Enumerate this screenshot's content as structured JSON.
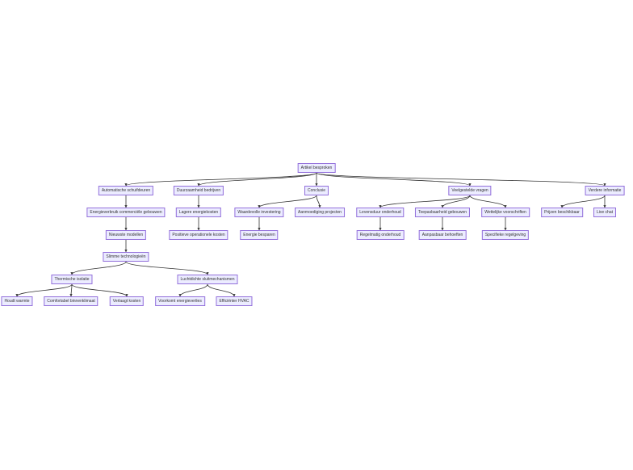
{
  "diagram": {
    "type": "flowchart-tree",
    "colors": {
      "node_fill": "#ececff",
      "node_border": "#9370db",
      "edge": "#333333",
      "text": "#333333"
    },
    "nodes": {
      "root": "Artikel besproken",
      "a": "Automatische schuifdeuren",
      "b": "Duurzaamheid bedrijven",
      "c": "Conclusie",
      "d": "Veelgestelde vragen",
      "e": "Verdere informatie",
      "a1": "Energieverbruik commerciële gebouwen",
      "a2": "Nieuwste modellen",
      "a3": "Slimme technologieën",
      "t1": "Thermische isolatie",
      "t2": "Luchtdichte sluitmechanismen",
      "t1a": "Houdt warmte",
      "t1b": "Comfortabel binnenklimaat",
      "t1c": "Verlaagt kosten",
      "t2a": "Voorkomt energieverlies",
      "t2b": "Efficiënter HVAC",
      "b1": "Lagere energiekosten",
      "b2": "Positieve operationele kosten",
      "c1": "Waardevolle investering",
      "c2": "Aanmoediging projecten",
      "c1a": "Energie besparen",
      "d1": "Levensduur onderhoud",
      "d2": "Toepasbaarheid gebouwen",
      "d3": "Wettelijke voorschriften",
      "d1a": "Regelmatig onderhoud",
      "d2a": "Aanpasbaar behoeften",
      "d3a": "Specifieke regelgeving",
      "e1": "Prijzen beschikbaar",
      "e2": "Live chat"
    },
    "edges": [
      [
        "root",
        "a"
      ],
      [
        "root",
        "b"
      ],
      [
        "root",
        "c"
      ],
      [
        "root",
        "d"
      ],
      [
        "root",
        "e"
      ],
      [
        "a",
        "a1"
      ],
      [
        "a1",
        "a2"
      ],
      [
        "a2",
        "a3"
      ],
      [
        "a3",
        "t1"
      ],
      [
        "a3",
        "t2"
      ],
      [
        "t1",
        "t1a"
      ],
      [
        "t1",
        "t1b"
      ],
      [
        "t1",
        "t1c"
      ],
      [
        "t2",
        "t2a"
      ],
      [
        "t2",
        "t2b"
      ],
      [
        "b",
        "b1"
      ],
      [
        "b1",
        "b2"
      ],
      [
        "c",
        "c1"
      ],
      [
        "c",
        "c2"
      ],
      [
        "c1",
        "c1a"
      ],
      [
        "d",
        "d1"
      ],
      [
        "d",
        "d2"
      ],
      [
        "d",
        "d3"
      ],
      [
        "d1",
        "d1a"
      ],
      [
        "d2",
        "d2a"
      ],
      [
        "d3",
        "d3a"
      ],
      [
        "e",
        "e1"
      ],
      [
        "e",
        "e2"
      ]
    ]
  }
}
